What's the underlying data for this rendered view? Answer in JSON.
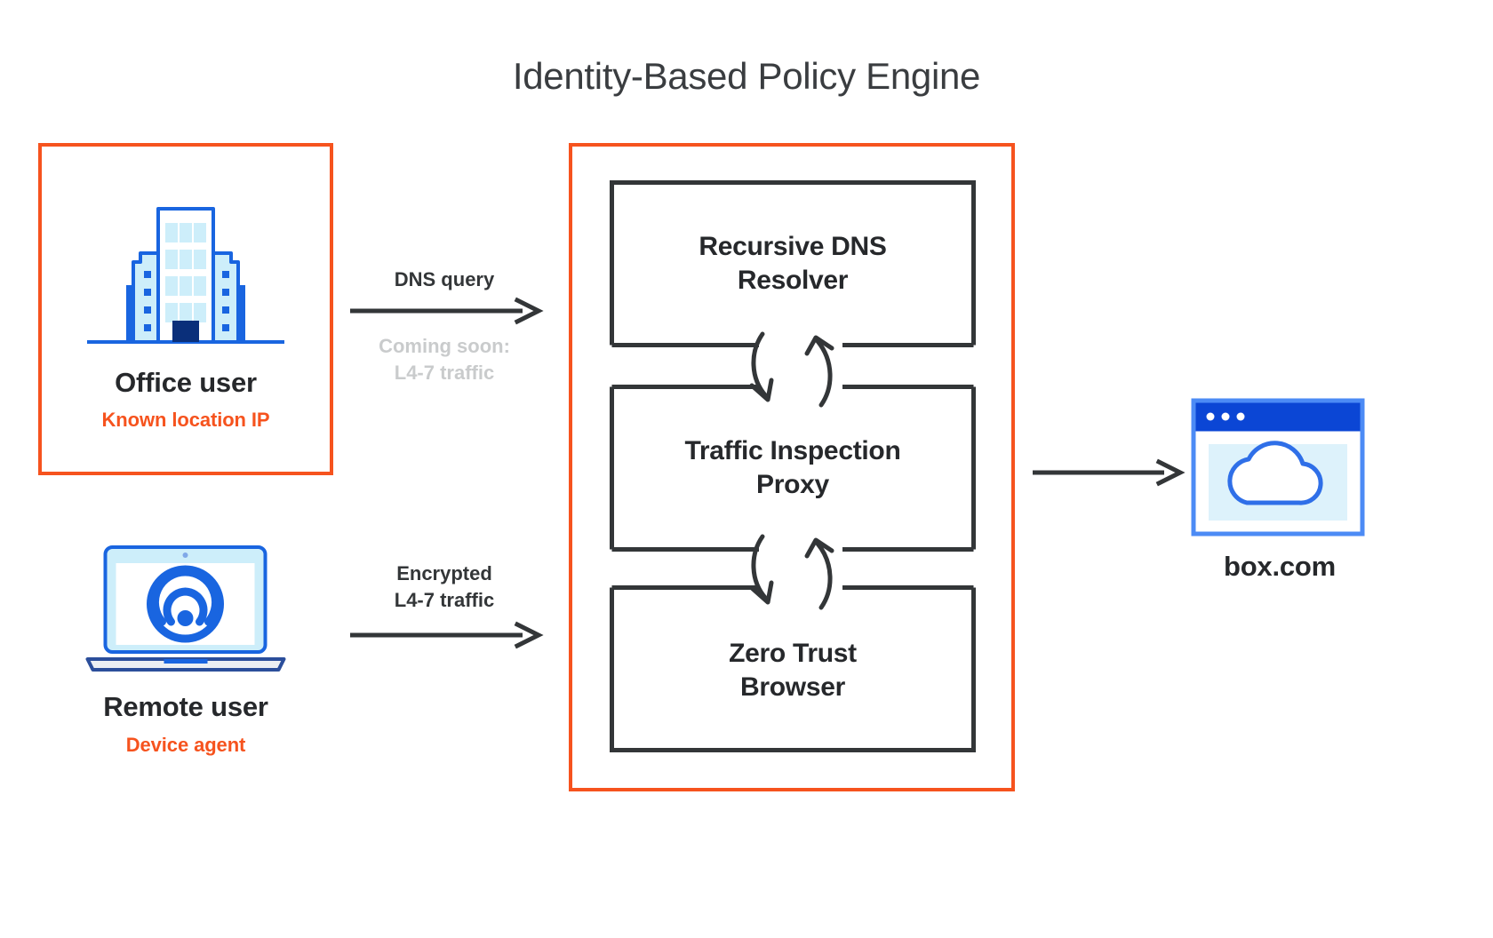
{
  "diagram": {
    "title": "Identity-Based Policy Engine",
    "accent_orange": "#F6531E",
    "line_dark": "#333638",
    "muted_gray": "#C9CBCC",
    "blue_primary": "#1965E0",
    "blue_dark": "#0041A0",
    "blue_light_fill": "#CDEEFA"
  },
  "sources": [
    {
      "id": "office-user",
      "name": "Office user",
      "sub": "Known location IP",
      "icon": "office-building-icon",
      "boxed": true
    },
    {
      "id": "remote-user",
      "name": "Remote user",
      "sub": "Device agent",
      "icon": "laptop-wifi-icon",
      "boxed": false
    }
  ],
  "flows": [
    {
      "id": "dns-query-flow",
      "label": "DNS query",
      "sublabel": "Coming soon:\nL4-7 traffic",
      "arrow": "arrow-right-icon"
    },
    {
      "id": "encrypted-flow",
      "label": "Encrypted\nL4-7 traffic",
      "sublabel": "",
      "arrow": "arrow-right-icon"
    },
    {
      "id": "egress-flow",
      "label": "",
      "sublabel": "",
      "arrow": "arrow-right-icon"
    }
  ],
  "engine": {
    "title": "Identity-Based Policy Engine",
    "components": [
      {
        "id": "recursive-dns-resolver",
        "label": "Recursive DNS\nResolver"
      },
      {
        "id": "traffic-inspection-proxy",
        "label": "Traffic Inspection\nProxy"
      },
      {
        "id": "zero-trust-browser",
        "label": "Zero Trust\nBrowser"
      }
    ],
    "connectors": [
      {
        "id": "connector-down-icon",
        "direction": "down"
      },
      {
        "id": "connector-up-icon",
        "direction": "up"
      }
    ]
  },
  "destination": {
    "id": "box-com",
    "label": "box.com",
    "icon": "browser-cloud-icon"
  }
}
